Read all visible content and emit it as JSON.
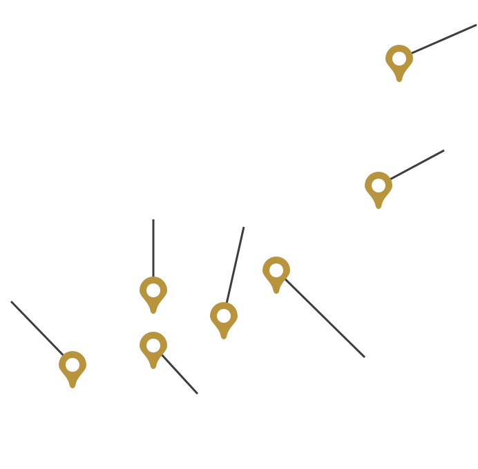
{
  "map": {
    "colors": {
      "pin": "#B8953C",
      "pin_hole": "#FFFFFF",
      "line": "#3D3D3D",
      "background": "#FFFFFF"
    },
    "marker_icon": "map-pin-icon",
    "markers": [
      {
        "id": "marker-1"
      },
      {
        "id": "marker-2"
      },
      {
        "id": "marker-3"
      },
      {
        "id": "marker-4"
      },
      {
        "id": "marker-5"
      },
      {
        "id": "marker-6"
      },
      {
        "id": "marker-7"
      },
      {
        "id": "marker-8"
      }
    ]
  }
}
